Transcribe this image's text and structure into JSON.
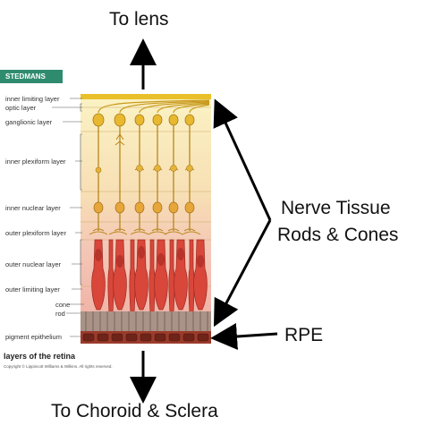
{
  "top_label": "To lens",
  "bottom_label": "To Choroid & Sclera",
  "right_labels": {
    "nerve_tissue": "Nerve Tissue",
    "rods_cones": "Rods & Cones",
    "rpe": "RPE"
  },
  "figure": {
    "badge": "STEDMANS",
    "caption": "layers of the retina",
    "copyright": "Copyright © Lippincott Williams & Wilkins. All rights reserved.",
    "layers": [
      "inner limiting layer",
      "optic layer",
      "ganglionic layer",
      "inner plexiform layer",
      "inner nuclear layer",
      "outer plexiform layer",
      "outer nuclear layer",
      "outer limiting layer",
      "cone",
      "rod",
      "pigment epithelium"
    ]
  },
  "colors": {
    "neural_yellow": "#f2dc8a",
    "photoreceptor_red": "#d9463a",
    "rpe_brown": "#9b3b2b",
    "ganglion_gold": "#e8b830"
  }
}
